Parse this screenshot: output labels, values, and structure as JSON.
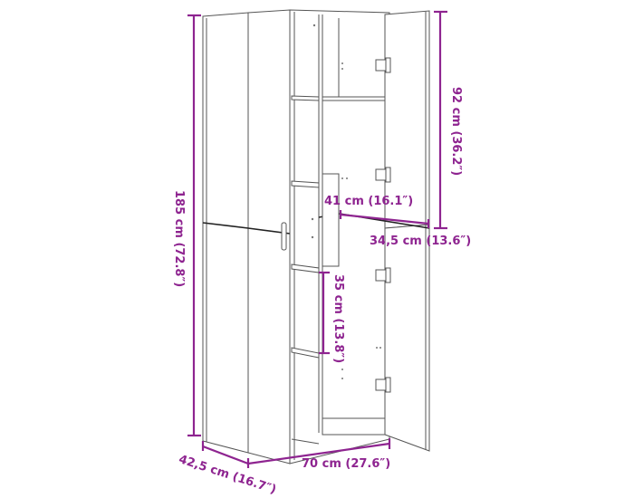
{
  "diagram": {
    "subject": "tall storage cabinet with 4 doors",
    "accent_color": "#8e2490",
    "line_color": "#555555",
    "dimensions": {
      "total_height": "185 cm (72.8″)",
      "upper_door_height": "92 cm (36.2″)",
      "inner_width": "41 cm (16.1″)",
      "inner_depth": "34,5 cm (13.6″)",
      "shelf_gap": "35 cm (13.8″)",
      "depth": "42,5 cm (16.7″)",
      "width": "70 cm (27.6″)"
    }
  }
}
